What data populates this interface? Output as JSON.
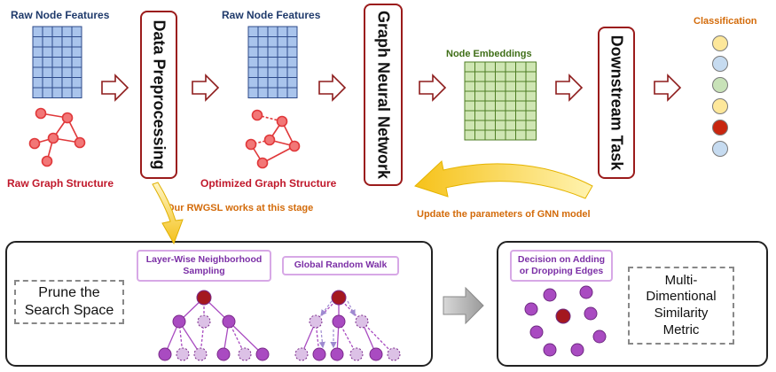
{
  "top": {
    "raw_features_label": "Raw Node Features",
    "raw_graph_label": "Raw Graph Structure",
    "preprocessing_label": "Data Preprocessing",
    "raw_features_label_2": "Raw Node Features",
    "optimized_graph_label": "Optimized Graph Structure",
    "gnn_label": "Graph Neural Network",
    "embeddings_label": "Node Embeddings",
    "downstream_label": "Downstream Task",
    "classification_label": "Classification",
    "stage_note": "Our RWGSL works at this stage",
    "update_note": "Update the parameters of GNN model",
    "class_colors": [
      "#fde79a",
      "#c6dbf0",
      "#c8e2b8",
      "#fde79a",
      "#c8260f",
      "#c6dbf0"
    ]
  },
  "bottom": {
    "prune_label": "Prune the Search Space",
    "layerwise_label": "Layer-Wise Neighborhood Sampling",
    "random_walk_label": "Global Random Walk",
    "decision_label": "Decision on Adding or Dropping Edges",
    "metric_label": "Multi-Dimentional Similarity Metric"
  },
  "colors": {
    "feature_grid": "#a9c4ec",
    "embedding_grid": "#cfe6b3",
    "graph_node": "#f27777",
    "purple_node": "#a94bc1",
    "dark_red_node": "#a4181f"
  }
}
